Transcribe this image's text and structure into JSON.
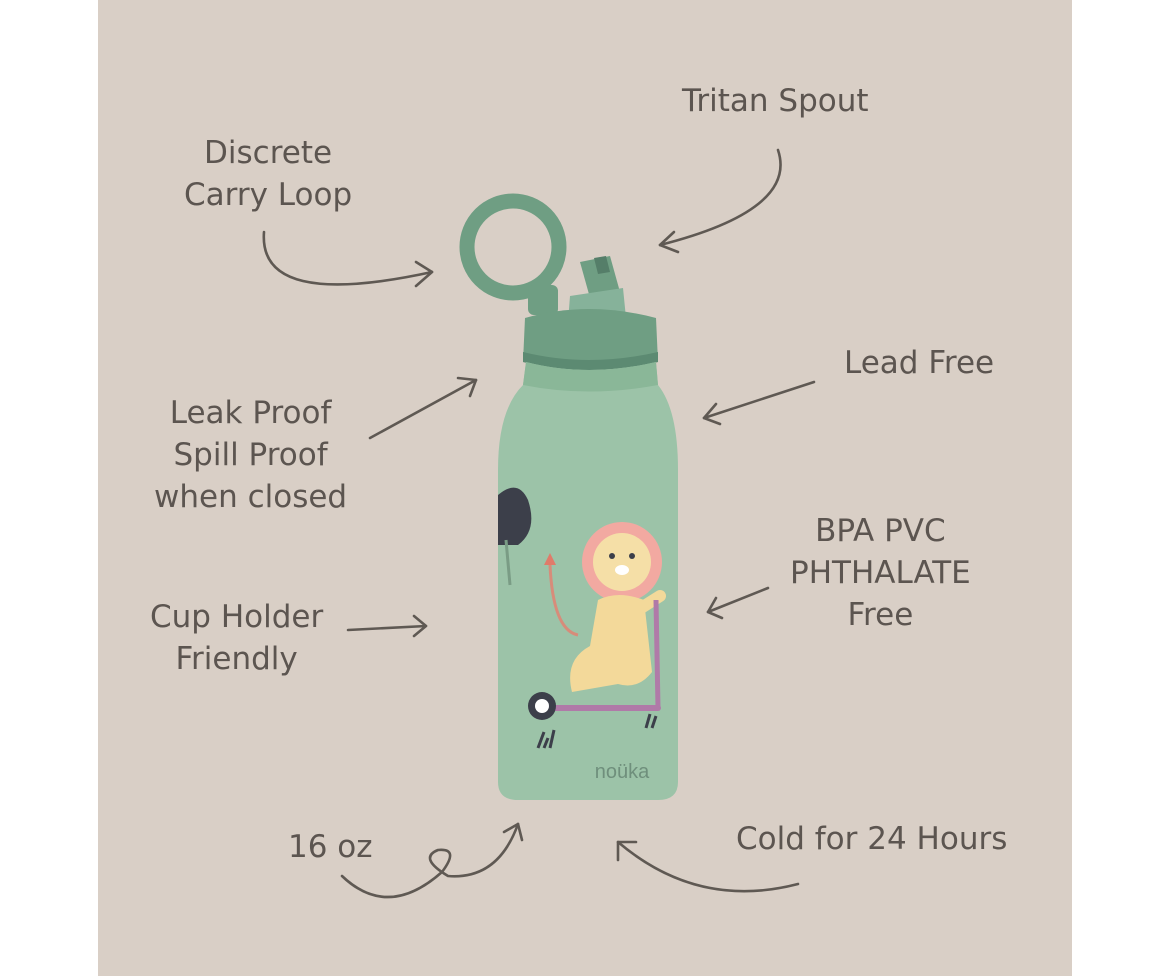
{
  "brand": "noüka",
  "colors": {
    "background": "#d9cfc6",
    "bottle": "#9cc3a8",
    "cap": "#6f9e83",
    "text": "#5c5550"
  },
  "callouts": {
    "tritan": "Tritan Spout",
    "carry_loop": [
      "Discrete",
      "Carry Loop"
    ],
    "lead_free": "Lead Free",
    "leak_proof": [
      "Leak Proof",
      "Spill Proof",
      "when closed"
    ],
    "bpa": [
      "BPA PVC",
      "PHTHALATE",
      "Free"
    ],
    "cup_holder": [
      "Cup Holder",
      "Friendly"
    ],
    "size": "16 oz",
    "cold": "Cold for 24 Hours"
  }
}
